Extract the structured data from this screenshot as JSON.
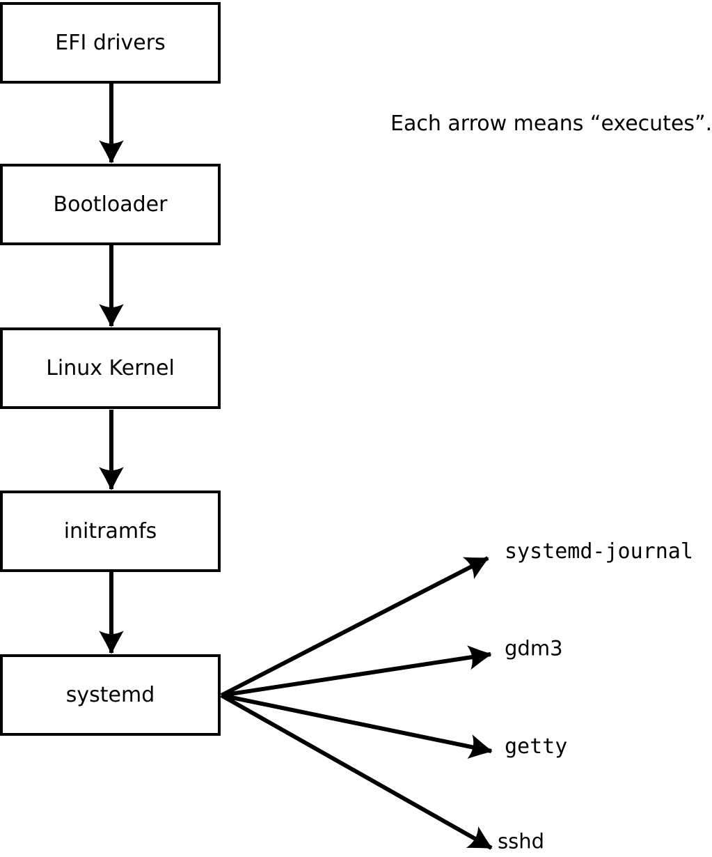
{
  "colors": {
    "stroke": "#000000",
    "box_fill": "#ffffff",
    "background": "#ffffff"
  },
  "annotation": {
    "text": "Each arrow means “executes”."
  },
  "chain": {
    "nodes": [
      {
        "label": "EFI drivers"
      },
      {
        "label": "Bootloader"
      },
      {
        "label": "Linux Kernel"
      },
      {
        "label": "initramfs"
      },
      {
        "label": "systemd"
      }
    ]
  },
  "children": {
    "items": [
      {
        "label": "systemd-journal"
      },
      {
        "label": "gdm3"
      },
      {
        "label": "getty"
      },
      {
        "label": "sshd"
      }
    ]
  },
  "edges": [
    {
      "from": "EFI drivers",
      "to": "Bootloader"
    },
    {
      "from": "Bootloader",
      "to": "Linux Kernel"
    },
    {
      "from": "Linux Kernel",
      "to": "initramfs"
    },
    {
      "from": "initramfs",
      "to": "systemd"
    },
    {
      "from": "systemd",
      "to": "systemd-journal"
    },
    {
      "from": "systemd",
      "to": "gdm3"
    },
    {
      "from": "systemd",
      "to": "getty"
    },
    {
      "from": "systemd",
      "to": "sshd"
    }
  ]
}
